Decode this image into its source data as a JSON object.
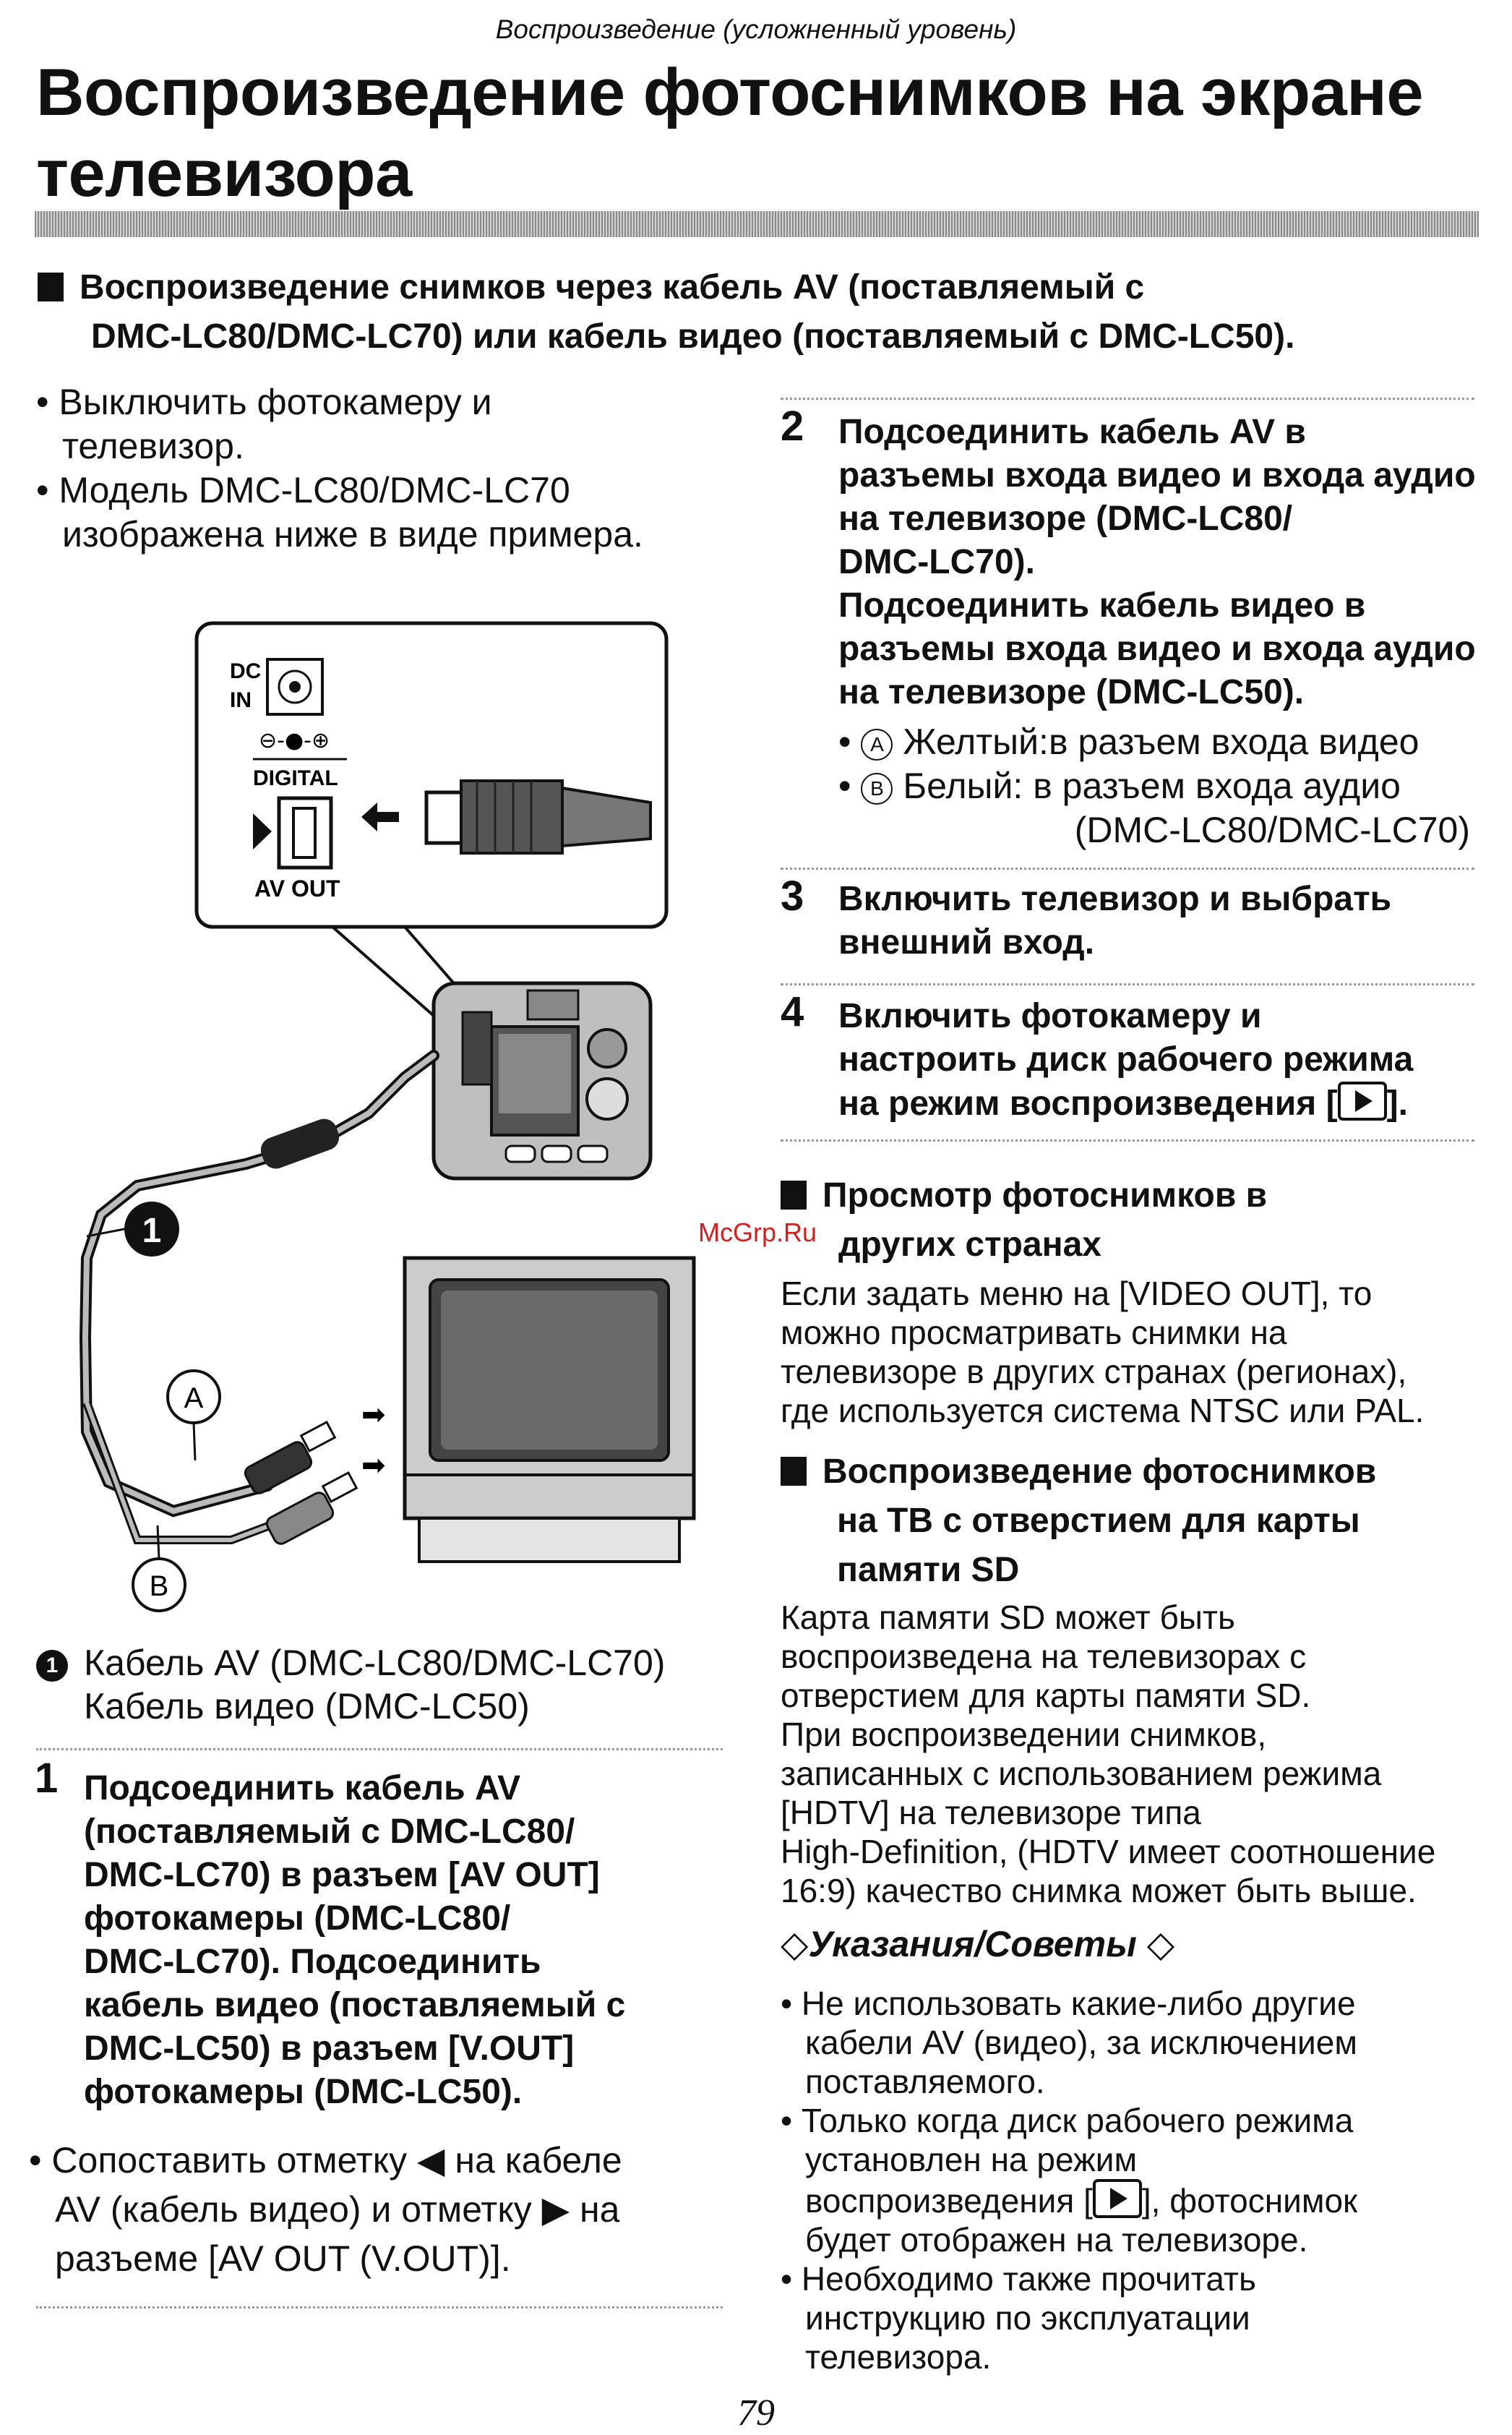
{
  "header": {
    "subtitle": "Воспроизведение (усложненный уровень)"
  },
  "title": {
    "line1": "Воспроизведение фотоснимков на экране",
    "line2": "телевизора"
  },
  "section_main": {
    "line1": "Воспроизведение снимков через кабель AV (поставляемый с",
    "line2": "DMC-LC80/DMC-LC70) или кабель видео (поставляемый с DMC-LC50)."
  },
  "prep_bullets": [
    {
      "l1": "• Выключить фотокамеру и",
      "l2": "телевизор."
    },
    {
      "l1": "• Модель DMC-LC80/DMC-LC70",
      "l2": "изображена ниже в виде примера."
    }
  ],
  "diagram": {
    "dc": "DC",
    "in": "IN",
    "digital": "DIGITAL",
    "av_out": "AV OUT",
    "marker_1": "1",
    "marker_a": "A",
    "marker_b": "B"
  },
  "caption": {
    "num": "1",
    "line1": "Кабель AV (DMC-LC80/DMC-LC70)",
    "line2": "Кабель видео (DMC-LC50)"
  },
  "step1": {
    "num": "1",
    "lines": [
      "Подсоединить кабель AV",
      "(поставляемый с DMC-LC80/",
      "DMC-LC70) в разъем [AV OUT]",
      "фотокамеры (DMC-LC80/",
      "DMC-LC70). Подсоединить",
      "кабель видео (поставляемый с",
      "DMC-LC50) в разъем [V.OUT]",
      "фотокамеры (DMC-LC50)."
    ],
    "note_l1a": "• Сопоставить отметку ",
    "note_l1b": " на кабеле",
    "note_l2a": "AV (кабель видео) и отметку ",
    "note_l2b": " на",
    "note_l3": "разъеме [AV OUT (V.OUT)]."
  },
  "step2": {
    "num": "2",
    "lines": [
      "Подсоединить кабель AV в",
      "разъемы входа видео и входа аудио",
      "на телевизоре (DMC-LC80/",
      "DMC-LC70).",
      "Подсоединить кабель видео в",
      "разъемы входа видео и входа аудио",
      "на телевизоре (DMC-LC50)."
    ],
    "sub_a_mark": "A",
    "sub_a_text": "Желтый:в разъем входа видео",
    "sub_b_mark": "B",
    "sub_b_text": "Белый: в разъем входа аудио",
    "sub_b_text2": "(DMC-LC80/DMC-LC70)"
  },
  "step3": {
    "num": "3",
    "l1": "Включить телевизор и выбрать",
    "l2": "внешний вход."
  },
  "step4": {
    "num": "4",
    "l1": "Включить фотокамеру и",
    "l2": "настроить диск рабочего режима",
    "l3a": "на режим воспроизведения [",
    "l3b": "]."
  },
  "watermark": "McGrp.Ru",
  "section_abroad": {
    "h1": "Просмотр фотоснимков в",
    "h2": "других странах",
    "lines": [
      "Если задать меню на [VIDEO OUT], то",
      "можно просматривать снимки на",
      "телевизоре в других странах (регионах),",
      "где используется система NTSC или PAL."
    ]
  },
  "section_sd": {
    "h1": "Воспроизведение фотоснимков",
    "h2": "на ТВ с отверстием для карты",
    "h3": "памяти SD",
    "lines": [
      "Карта памяти SD может быть",
      "воспроизведена на телевизорах с",
      "отверстием для карты памяти SD.",
      "При воспроизведении снимков,",
      "записанных с использованием режима",
      "[HDTV] на телевизоре типа",
      "High-Definition, (HDTV имеет соотношение",
      "16:9) качество снимка может быть выше."
    ]
  },
  "tips": {
    "head": "◇Указания/Советы ◇",
    "lines": [
      "• Не использовать какие-либо другие",
      "кабели AV (видео), за исключением",
      "поставляемого.",
      "• Только когда диск рабочего режима",
      "установлен на режим"
    ],
    "line6a": "воспроизведения [",
    "line6b": "], фотоснимок",
    "lines2": [
      "будет отображен на телевизоре.",
      "• Необходимо также прочитать",
      "инструкцию по эксплуатации",
      "телевизора."
    ]
  },
  "page_number": "79"
}
